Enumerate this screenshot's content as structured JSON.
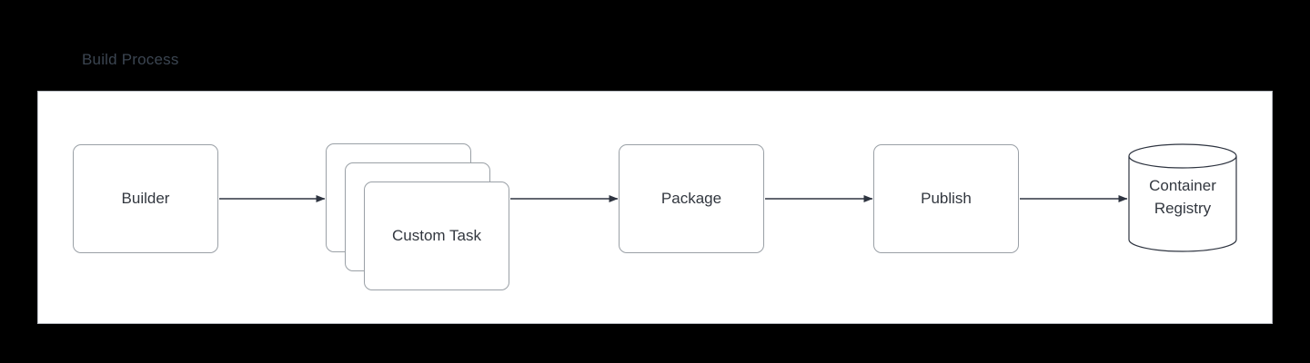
{
  "diagram": {
    "title": "Build Process",
    "background_color": "#000000",
    "container_fill": "#ffffff",
    "container_border_color": "#b8bcc2",
    "node_border_color": "#9aa0a6",
    "text_color": "#32373f",
    "title_color": "#3b4551",
    "edge_color": "#2e3440",
    "nodes": [
      {
        "id": "builder",
        "label": "Builder",
        "shape": "rounded-rectangle"
      },
      {
        "id": "custom-task",
        "label": "Custom Task",
        "shape": "stacked-rounded-rectangle",
        "stack_count": 3
      },
      {
        "id": "package",
        "label": "Package",
        "shape": "rounded-rectangle"
      },
      {
        "id": "publish",
        "label": "Publish",
        "shape": "rounded-rectangle"
      },
      {
        "id": "container-registry",
        "label_line1": "Container",
        "label_line2": "Registry",
        "shape": "cylinder"
      }
    ],
    "edges": [
      {
        "from": "builder",
        "to": "custom-task",
        "style": "solid",
        "arrowhead": "filled-triangle"
      },
      {
        "from": "custom-task",
        "to": "package",
        "style": "solid",
        "arrowhead": "filled-triangle"
      },
      {
        "from": "package",
        "to": "publish",
        "style": "solid",
        "arrowhead": "filled-triangle"
      },
      {
        "from": "publish",
        "to": "container-registry",
        "style": "solid",
        "arrowhead": "filled-triangle"
      }
    ]
  }
}
